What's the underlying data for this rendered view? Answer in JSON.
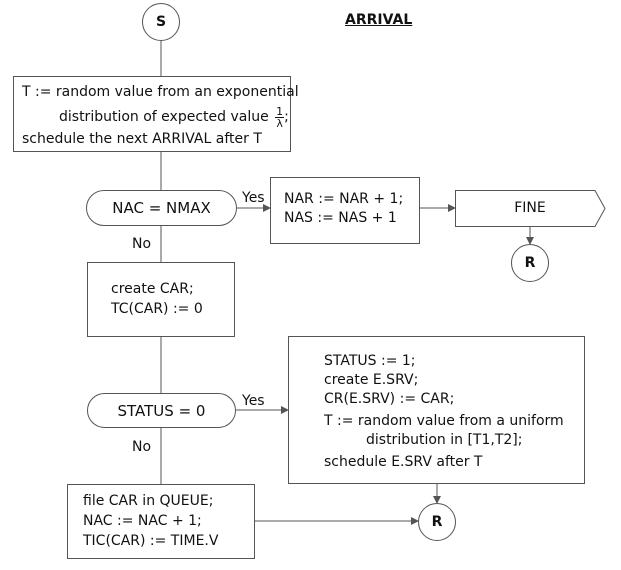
{
  "title": "ARRIVAL",
  "start": "S",
  "box1": {
    "line1": "T := random value from an exponential",
    "line2_prefix": "distribution of expected value",
    "line2_num": "1",
    "line2_den": "λ",
    "line2_suffix": ";",
    "line3": "schedule the next ARRIVAL after T"
  },
  "decision1": "NAC = NMAX",
  "yes1": "Yes",
  "no1": "No",
  "box_nar": {
    "line1": "NAR := NAR + 1;",
    "line2": "NAS := NAS + 1"
  },
  "fine": "FINE",
  "return1": "R",
  "box_car": {
    "line1": "create CAR;",
    "line2": "TC(CAR) := 0"
  },
  "decision2": "STATUS = 0",
  "yes2": "Yes",
  "no2": "No",
  "box_status": {
    "line1": "STATUS := 1;",
    "line2": "create E.SRV;",
    "line3": "CR(E.SRV) := CAR;",
    "line4": "T := random value from a uniform",
    "line5": "distribution in [T1,T2];",
    "line6": "schedule E.SRV after T"
  },
  "box_queue": {
    "line1": "file CAR in QUEUE;",
    "line2": "NAC := NAC + 1;",
    "line3": "TIC(CAR) := TIME.V"
  },
  "return2": "R"
}
